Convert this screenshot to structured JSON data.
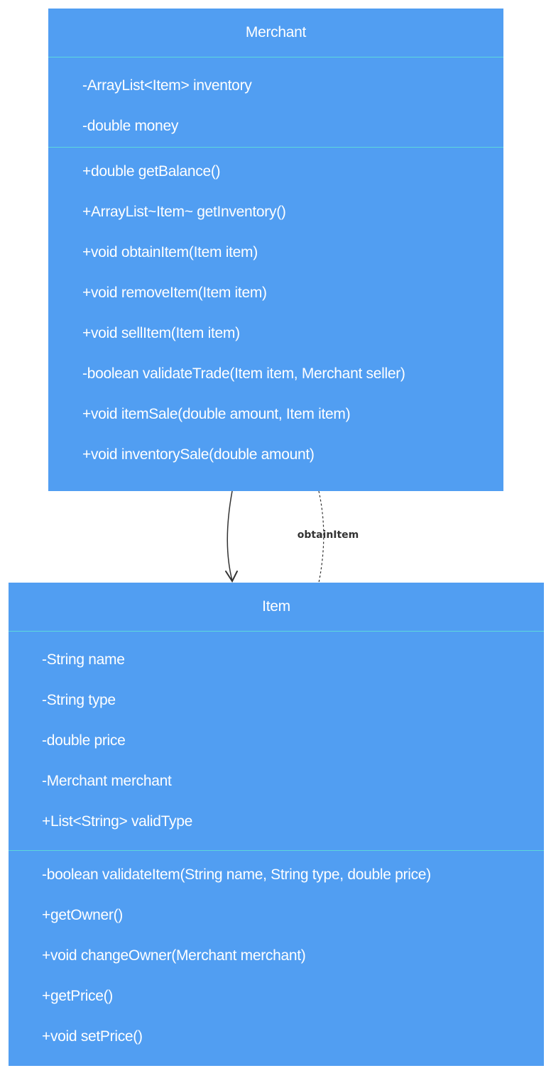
{
  "diagram": {
    "classes": {
      "merchant": {
        "name": "Merchant",
        "attributes": [
          "-ArrayList<Item> inventory",
          "-double money"
        ],
        "methods": [
          "+double getBalance()",
          "+ArrayList~Item~ getInventory()",
          "+void obtainItem(Item item)",
          "+void removeItem(Item item)",
          "+void sellItem(Item item)",
          "-boolean validateTrade(Item item, Merchant seller)",
          "+void itemSale(double amount, Item item)",
          "+void inventorySale(double amount)"
        ]
      },
      "item": {
        "name": "Item",
        "attributes": [
          "-String name",
          "-String type",
          "-double price",
          "-Merchant merchant",
          "+List<String> validType"
        ],
        "methods": [
          "-boolean validateItem(String name, String type, double price)",
          "+getOwner()",
          "+void changeOwner(Merchant merchant)",
          "+getPrice()",
          "+void setPrice()"
        ]
      }
    },
    "relations": [
      {
        "from": "Merchant",
        "to": "Item",
        "kind": "association",
        "line_style": "solid",
        "arrowhead": "open",
        "label": ""
      },
      {
        "from": "Merchant",
        "to": "Item",
        "kind": "dependency",
        "line_style": "dashed",
        "arrowhead": "none",
        "label": "obtainItem"
      }
    ],
    "colors": {
      "class_fill": "#519ef2",
      "class_text": "#ffffff",
      "divider": "#5fe0d8",
      "edge": "#333333"
    }
  }
}
